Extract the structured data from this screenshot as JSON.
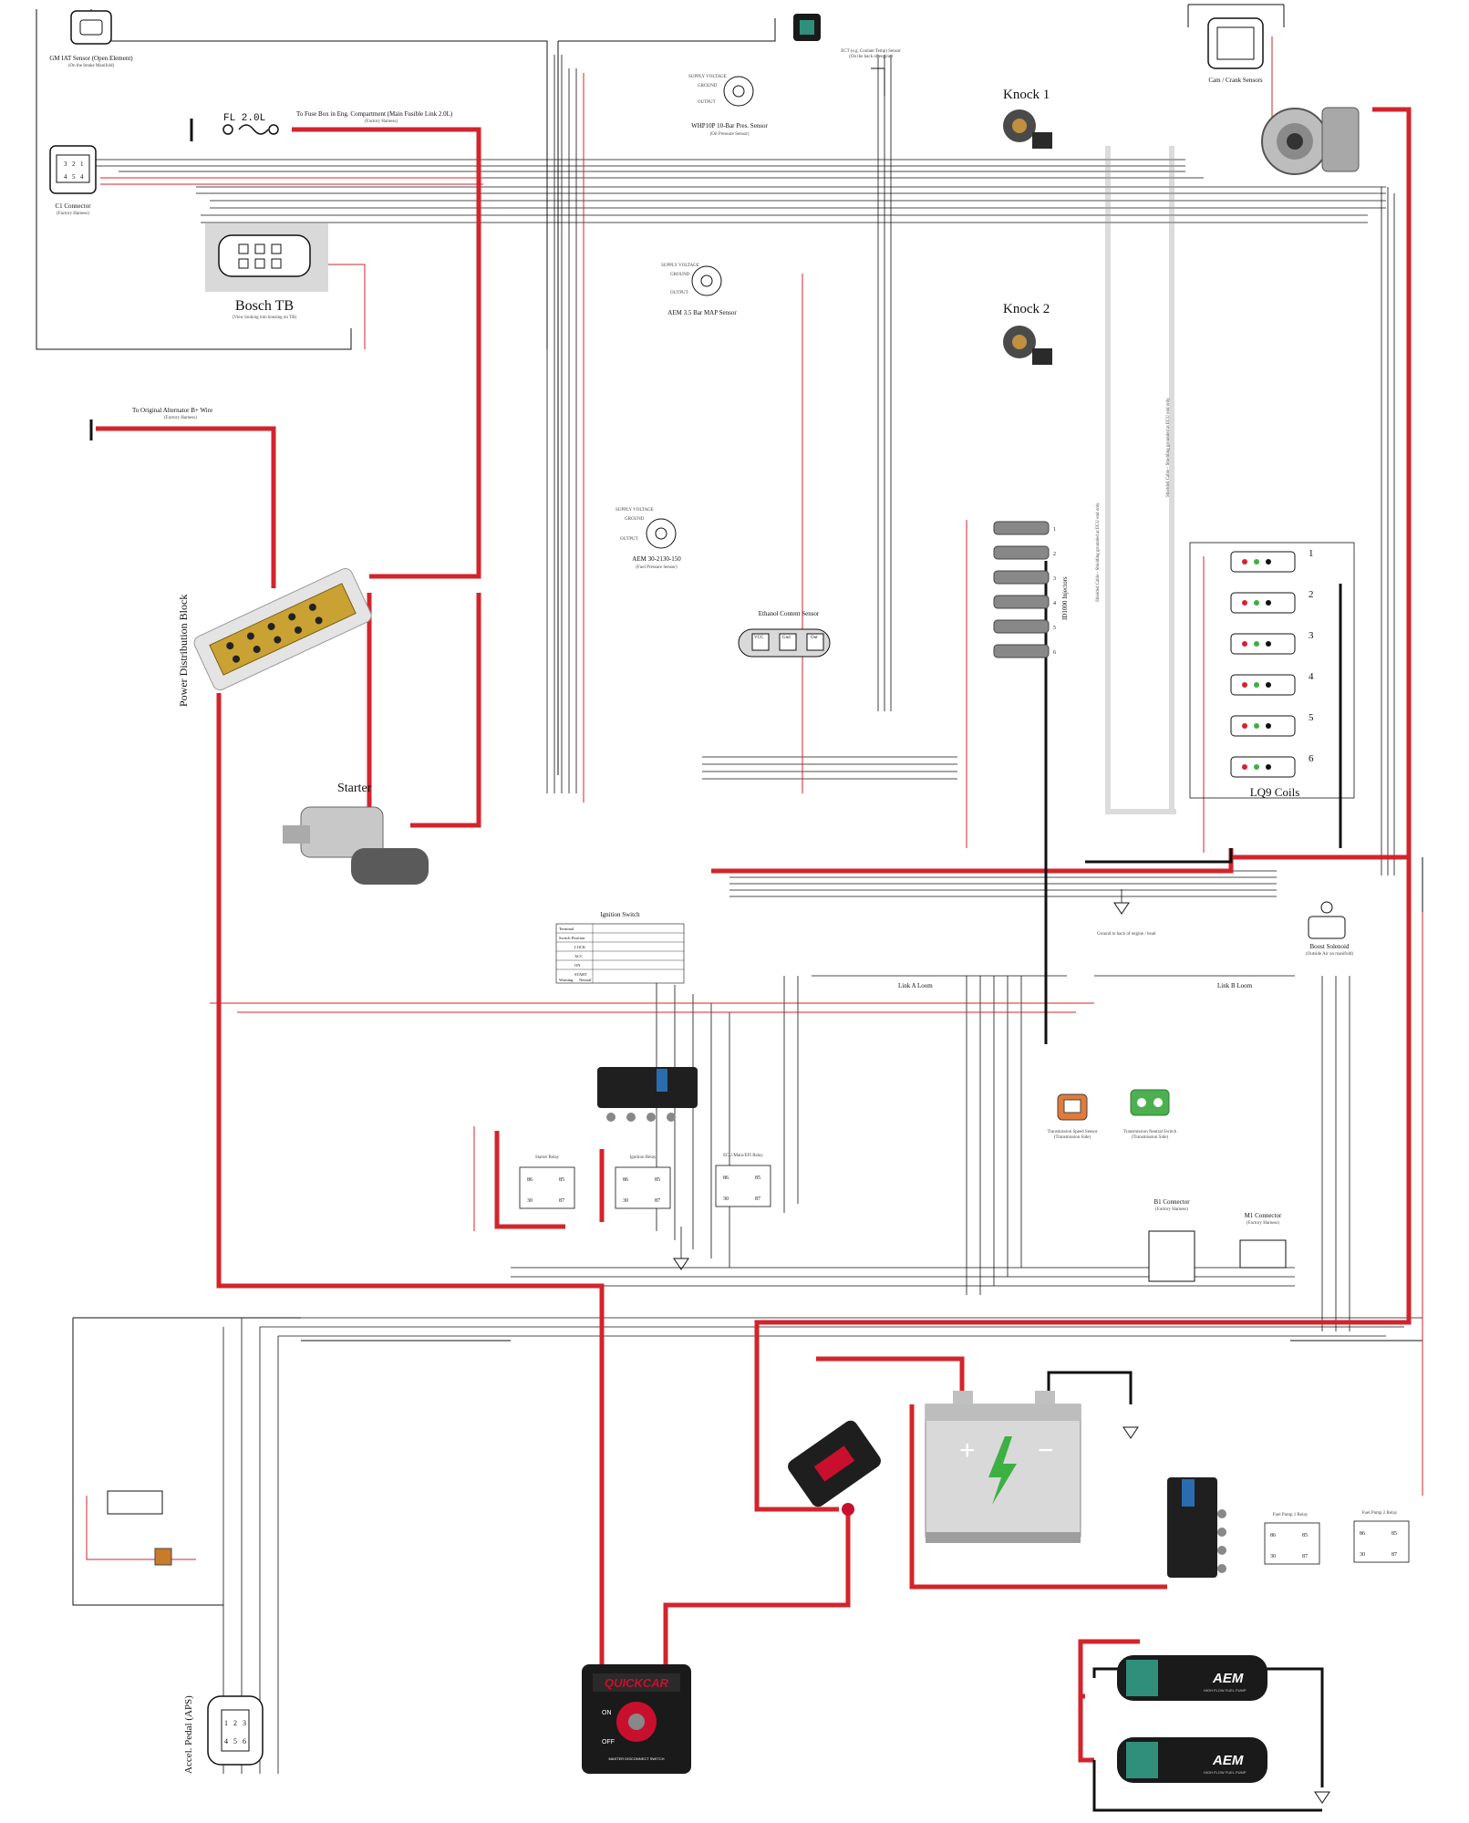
{
  "colors": {
    "power_wire": "#d3242b",
    "signal_wire": "#111111",
    "shield_wire": "#bdbdbd",
    "fuel_pump_teal": "#2f8f7a",
    "battery_bolt": "#3cb043",
    "quickcar_red": "#c8102e"
  },
  "labels": {
    "gm_iat": "GM IAT Sensor (Open Element)",
    "gm_iat_sub": "(On the Intake Manifold)",
    "fuse": "FL 2.0L",
    "fuse_dest": "To Fuse Box in Eng. Compartment (Main Fusible Link 2.0L)",
    "fuse_dest_sub": "(Factory Harness)",
    "c1_connector": "C1 Connector",
    "c1_sub": "(Factory Harness)",
    "bosch_tb": "Bosch TB",
    "bosch_tb_sub": "(View looking into housing on TB)",
    "ect": "ECT (e.g. Coolant Temp) Sensor",
    "ect_sub": "(On the back of engine)",
    "oil_sensor": "WHP10P 10-Bar Pres. Sensor",
    "oil_sensor_sub": "(Oil Pressure Sensor)",
    "map_sensor": "AEM 3.5 Bar MAP Sensor",
    "fuel_press": "AEM 30-2130-150",
    "fuel_press_sub": "(Fuel Pressure Sensor)",
    "supply_voltage": "SUPPLY VOLTAGE",
    "ground": "GROUND",
    "output": "OUTPUT",
    "cam_crank": "Cam / Crank Sensors",
    "knock1": "Knock 1",
    "knock2": "Knock 2",
    "alt_wire": "To Original Alternator B+ Wire",
    "alt_wire_sub": "(Factory Harness)",
    "pdb": "Power Distribution Block",
    "starter": "Starter",
    "injectors": "ID1000 Injectors",
    "injector_nums": [
      "1",
      "2",
      "3",
      "4",
      "5",
      "6"
    ],
    "coils_title": "LQ9 Coils",
    "coil_nums": [
      "1",
      "2",
      "3",
      "4",
      "5",
      "6"
    ],
    "ethanol": "Ethanol Content Sensor",
    "ethanol_pins": [
      "VCC",
      "Gnd",
      "Out"
    ],
    "ignition_switch": "Ignition Switch",
    "ignition_rows": [
      "Terminal",
      "Switch Position",
      "LOCK",
      "ACC",
      "ON",
      "START",
      "Warning",
      "Neutral"
    ],
    "link_a": "Link A Loom",
    "link_b": "Link B Loom",
    "ground_back": "Ground to back of engine / head",
    "boost_solenoid": "Boost Solenoid",
    "boost_sub": "(Outside Air on manifold)",
    "starter_relay": "Starter Relay",
    "ignition_relay": "Ignition Relay",
    "ecu_relay": "ECU/Main/EFI Relay",
    "relay_pins": [
      "86",
      "85",
      "30",
      "87"
    ],
    "trans_speed": "Transmission Speed Sensor",
    "trans_speed_sub": "(Transmission Side)",
    "trans_neutral": "Transmission Neutral Switch",
    "trans_neutral_sub": "(Transmission Side)",
    "b1_connector": "B1 Connector",
    "b1_sub": "(Factory Harness)",
    "m1_connector": "M1 Connector",
    "m1_sub": "(Factory Harness)",
    "fuel_pump1_relay": "Fuel Pump 1 Relay",
    "fuel_pump2_relay": "Fuel Pump 2 Relay",
    "aps": "Accel. Pedal (APS)",
    "aps_pins": [
      "1",
      "2",
      "3",
      "4",
      "5",
      "6"
    ],
    "c1_pins": [
      "3",
      "2",
      "1",
      "4",
      "5",
      "4"
    ],
    "quickcar": "QUICKCAR",
    "quickcar_sub": "MASTER DISCONNECT SWITCH",
    "switch_on": "ON",
    "switch_off": "OFF",
    "aem": "AEM",
    "aem_sub": "HIGH FLOW FUEL PUMP",
    "shield1": "Shielded Cable - Shielding grounded at ECU end only",
    "shield2": "Shielded Cable - Shielding grounded at ECU end only",
    "battery_plus": "+",
    "battery_minus": "−"
  }
}
